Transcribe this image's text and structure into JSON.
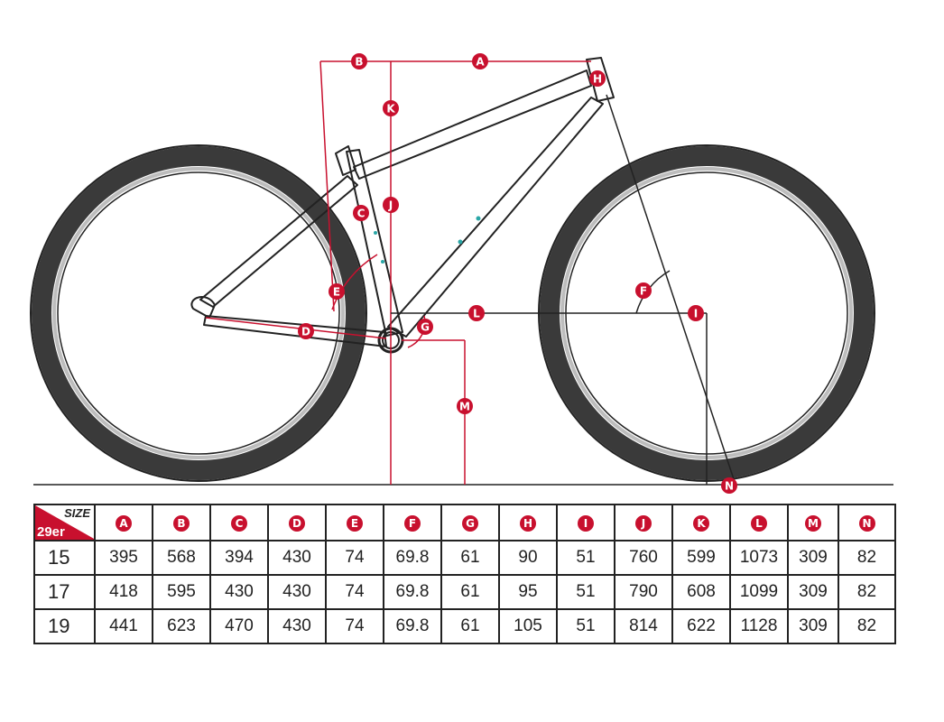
{
  "diagram": {
    "labels": [
      "A",
      "B",
      "C",
      "D",
      "E",
      "F",
      "G",
      "H",
      "I",
      "J",
      "K",
      "L",
      "M",
      "N"
    ]
  },
  "table": {
    "corner": {
      "size_word": "SIZE",
      "wheel_size": "29er"
    },
    "columns": [
      "A",
      "B",
      "C",
      "D",
      "E",
      "F",
      "G",
      "H",
      "I",
      "J",
      "K",
      "L",
      "M",
      "N"
    ],
    "rows": [
      {
        "size": "15",
        "values": [
          "395",
          "568",
          "394",
          "430",
          "74",
          "69.8",
          "61",
          "90",
          "51",
          "760",
          "599",
          "1073",
          "309",
          "82"
        ]
      },
      {
        "size": "17",
        "values": [
          "418",
          "595",
          "430",
          "430",
          "74",
          "69.8",
          "61",
          "95",
          "51",
          "790",
          "608",
          "1099",
          "309",
          "82"
        ]
      },
      {
        "size": "19",
        "values": [
          "441",
          "623",
          "470",
          "430",
          "74",
          "69.8",
          "61",
          "105",
          "51",
          "814",
          "622",
          "1128",
          "309",
          "82"
        ]
      }
    ]
  },
  "colors": {
    "accent": "#c8102e",
    "frame": "#222222",
    "tire": "#444444"
  }
}
